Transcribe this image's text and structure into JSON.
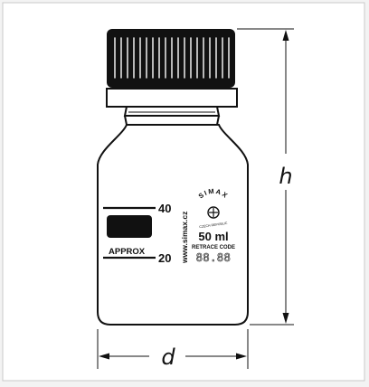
{
  "diagram": {
    "colors": {
      "ink": "#111111",
      "paper": "#ffffff",
      "frame_bg": "#f3f3f3",
      "frame_border": "#c9c9c9"
    },
    "labels": {
      "mark_upper": "40",
      "mark_lower": "20",
      "approx": "APPROX",
      "website": "www.simax.cz",
      "volume": "50 ml",
      "retrace_code": "RETRACE CODE",
      "retrace_value": "88.88",
      "logo_text": "SIMAX",
      "logo_subtext": "CZECH REPUBLIC",
      "dim_height": "h",
      "dim_diameter": "d"
    }
  }
}
